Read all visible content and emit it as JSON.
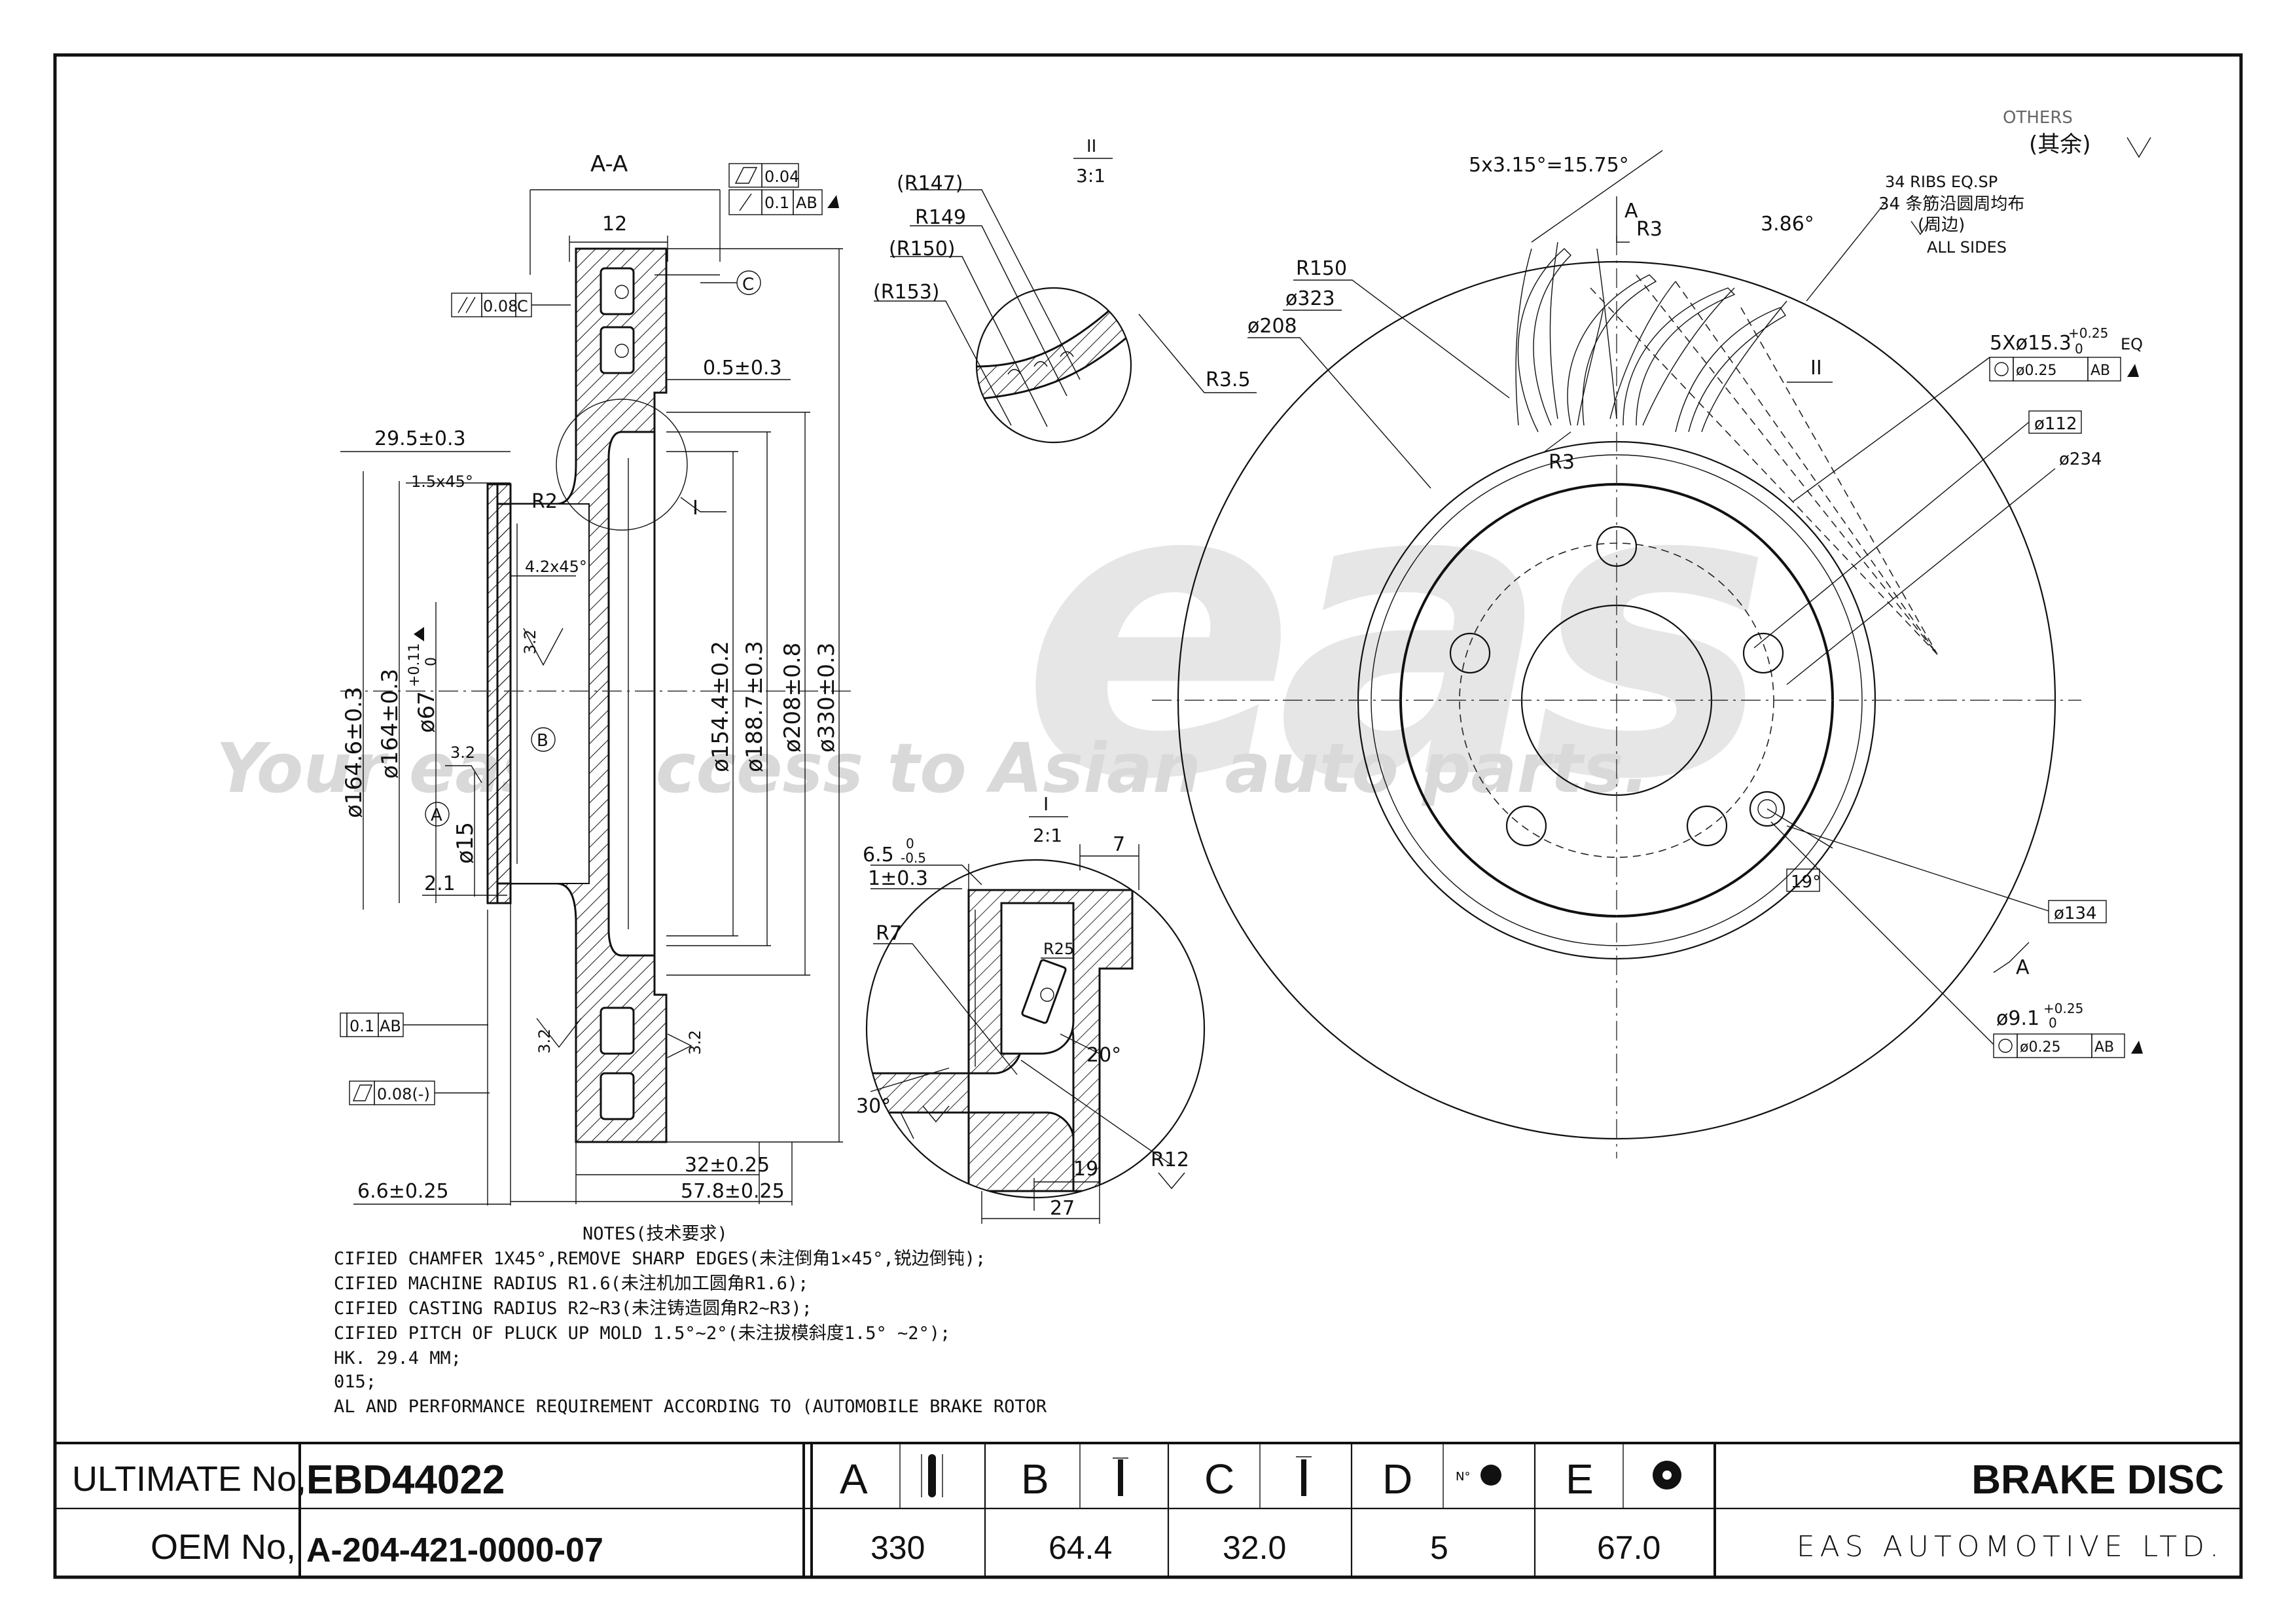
{
  "watermark": {
    "logo": "eas",
    "slogan": "Your easy access to Asian auto parts."
  },
  "section": {
    "title": "A-A",
    "flatness_tol": "0.04",
    "runout_tol": "0.1",
    "runout_ref": "AB",
    "parallel_tol": "0.08",
    "parallel_ref": "C",
    "datum_c": "C",
    "datum_a": "A",
    "datum_b": "B",
    "d_12": "12",
    "d_05": "0.5±0.3",
    "d_295": "29.5±0.3",
    "chamfer_15": "1.5x45°",
    "r2": "R2",
    "chamfer_42": "4.2x45°",
    "rough_32": "3.2",
    "detail_i": "I",
    "d_1646": "ø164.6±0.3",
    "d_164": "ø164±0.3",
    "d_67": "ø67",
    "d_67_tol_up": "+0.11",
    "d_67_tol_lo": "0",
    "d_15": "ø15",
    "d_21": "2.1",
    "d_1544": "ø154.4±0.2",
    "d_1887": "ø188.7±0.3",
    "d_208": "ø208±0.8",
    "d_330": "ø330±0.3",
    "runout2_tol": "0.1",
    "runout2_ref": "AB",
    "flat2_tol": "0.08(-)",
    "d_32": "32±0.25",
    "d_578": "57.8±0.25",
    "d_66": "6.6±0.25"
  },
  "detail_ii": {
    "label": "II",
    "scale": "3:1",
    "r147": "(R147)",
    "r149": "R149",
    "r150": "(R150)",
    "r153": "(R153)",
    "r35": "R3.5"
  },
  "detail_i": {
    "label": "I",
    "scale": "2:1",
    "d_65": "6.5",
    "d_65_up": "0",
    "d_65_lo": "-0.5",
    "d_1": "1±0.3",
    "d_7": "7",
    "r7": "R7",
    "r25": "R25",
    "a20": "20°",
    "a30": "30°",
    "r12": "R12",
    "d_19": "19",
    "d_27": "27"
  },
  "front": {
    "others_line1": "OTHERS",
    "others_line2": "(其余)",
    "pitch": "5x3.15°=15.75°",
    "sect_a_top": "A",
    "sect_a_bot": "A",
    "r3_top": "R3",
    "r3_bot": "R3",
    "a386": "3.86°",
    "ribs_1": "34 RIBS EQ.SP",
    "ribs_2": "34 条筋沿圆周均布",
    "ribs_3": "(周边)",
    "ribs_4": "ALL SIDES",
    "r150": "R150",
    "d323": "ø323",
    "d208": "ø208",
    "detail_ii": "II",
    "holes5": "5Xø15.3",
    "holes5_up": "+0.25",
    "holes5_lo": "0",
    "holes5_eq": "EQ",
    "pos_tol": "ø0.25",
    "pos_ref": "AB",
    "d112": "ø112",
    "d234": "ø234",
    "a19": "19°",
    "d134": "ø134",
    "hole91": "ø9.1",
    "hole91_up": "+0.25",
    "hole91_lo": "0",
    "pos2_tol": "ø0.25",
    "pos2_ref": "AB"
  },
  "notes": {
    "title": "NOTES(技术要求)",
    "lines": [
      "CIFIED CHAMFER 1X45°,REMOVE SHARP EDGES(未注倒角1×45°,锐边倒钝);",
      "CIFIED MACHINE RADIUS R1.6(未注机加工圆角R1.6);",
      "CIFIED CASTING RADIUS R2~R3(未注铸造圆角R2~R3);",
      "CIFIED PITCH OF PLUCK UP MOLD 1.5°~2°(未注拔模斜度1.5° ~2°);",
      "HK. 29.4 MM;",
      "015;",
      "AL AND PERFORMANCE REQUIREMENT ACCORDING TO (AUTOMOBILE BRAKE ROTOR"
    ]
  },
  "titleblock": {
    "ultimate_label": "ULTIMATE No,",
    "ultimate_value": "EBD44022",
    "oem_label": "OEM No,",
    "oem_value": "A-204-421-0000-07",
    "columns": [
      {
        "letter": "A",
        "value": "330",
        "icon": "disc-diameter-icon"
      },
      {
        "letter": "B",
        "value": "64.4",
        "icon": "disc-height-icon"
      },
      {
        "letter": "C",
        "value": "32.0",
        "icon": "disc-thickness-icon"
      },
      {
        "letter": "D",
        "value": "5",
        "icon": "bolt-holes-icon"
      },
      {
        "letter": "E",
        "value": "67.0",
        "icon": "center-bore-icon"
      }
    ],
    "product": "BRAKE DISC",
    "company": "EAS AUTOMOTIVE LTD."
  }
}
